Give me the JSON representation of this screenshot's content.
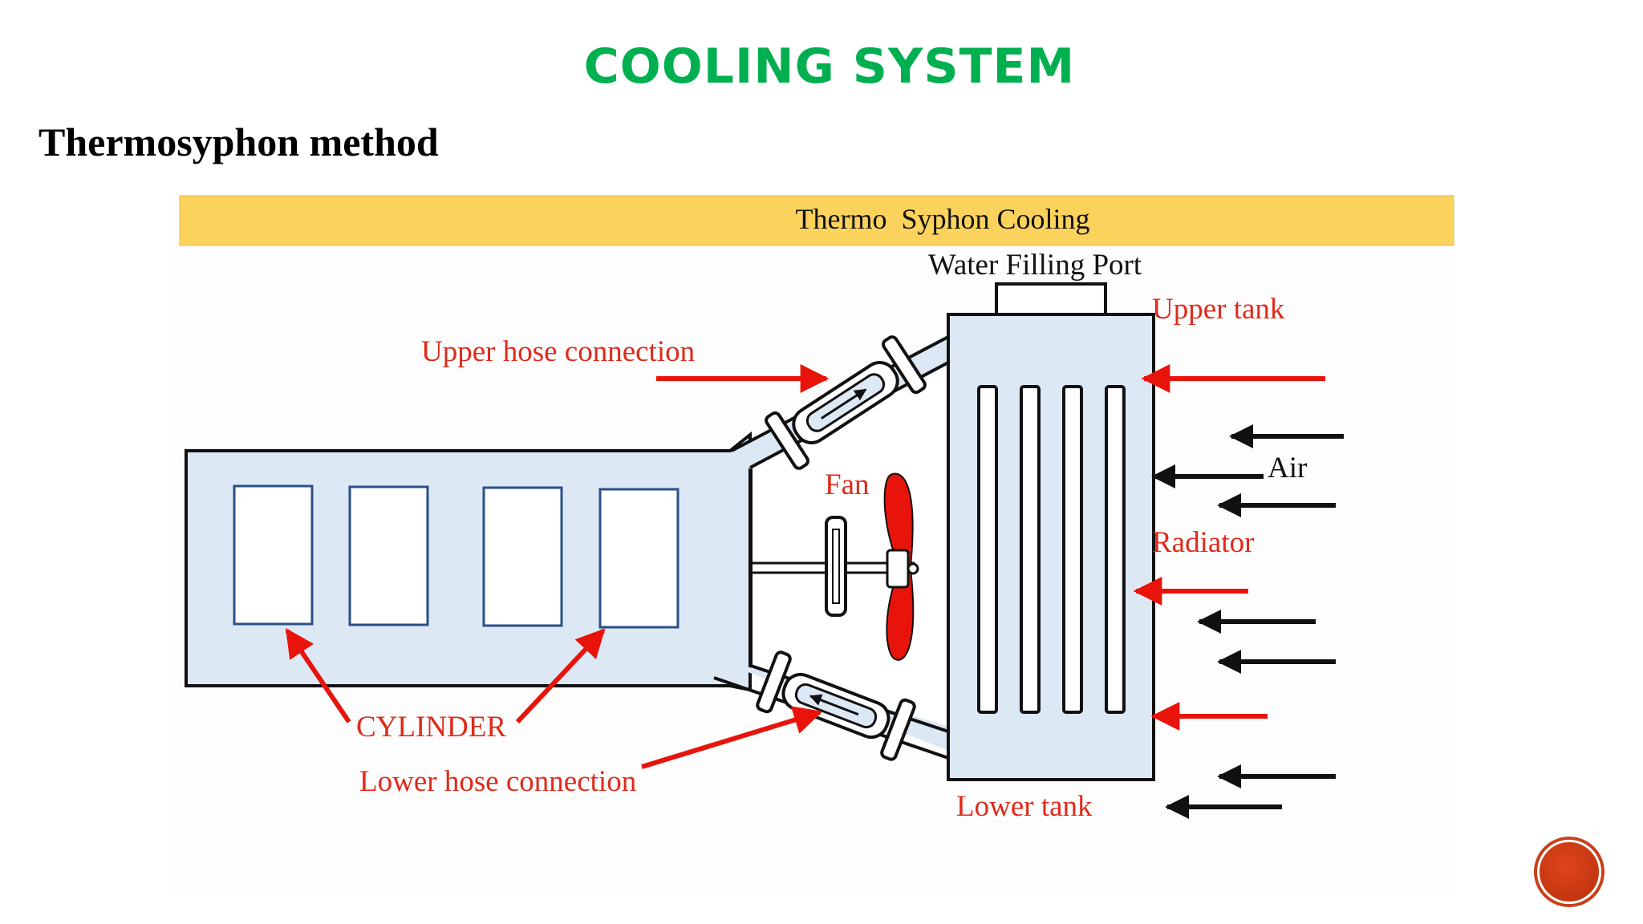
{
  "slide": {
    "title": "COOLING SYSTEM",
    "subtitle": "Thermosyphon method"
  },
  "diagram": {
    "header": "Thermo  Syphon Cooling",
    "labels": {
      "water_filling_port": "Water Filling Port",
      "upper_tank": "Upper tank",
      "upper_hose": "Upper hose connection",
      "air": "Air",
      "fan": "Fan",
      "radiator": "Radiator",
      "cylinder": "CYLINDER",
      "lower_hose": "Lower hose connection",
      "lower_tank": "Lower tank"
    },
    "colors": {
      "header_band": "#fbd25c",
      "water_fill": "#dde8f5",
      "label_red": "#e02a1a",
      "arrow_red": "#e8140c",
      "fan_red": "#e8140c",
      "title_green": "#00b050"
    }
  },
  "nav": {
    "icon": "next-slide-icon"
  }
}
